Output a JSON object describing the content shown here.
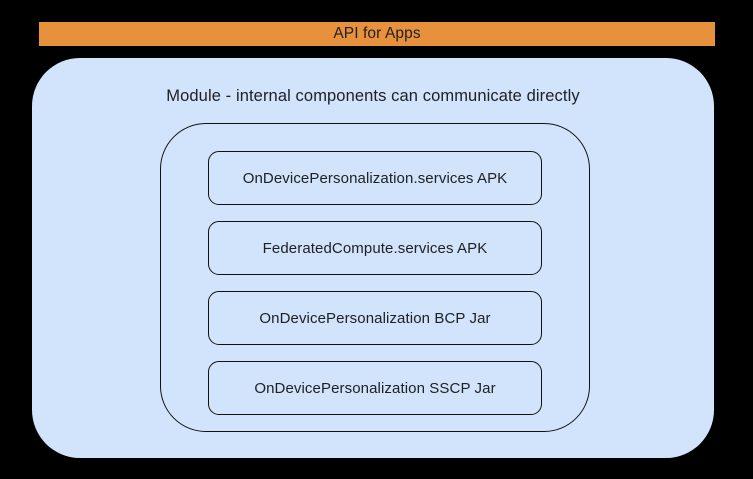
{
  "banner": {
    "label": "API for Apps"
  },
  "module": {
    "title": "Module - internal components can communicate directly"
  },
  "components": [
    {
      "label": "OnDevicePersonalization.services APK"
    },
    {
      "label": "FederatedCompute.services APK"
    },
    {
      "label": "OnDevicePersonalization BCP Jar"
    },
    {
      "label": "OnDevicePersonalization SSCP Jar"
    }
  ],
  "colors": {
    "page_bg": "#000000",
    "banner_bg": "#E8913C",
    "module_bg": "#D2E3FC",
    "outline": "#111111",
    "text": "#202124"
  }
}
